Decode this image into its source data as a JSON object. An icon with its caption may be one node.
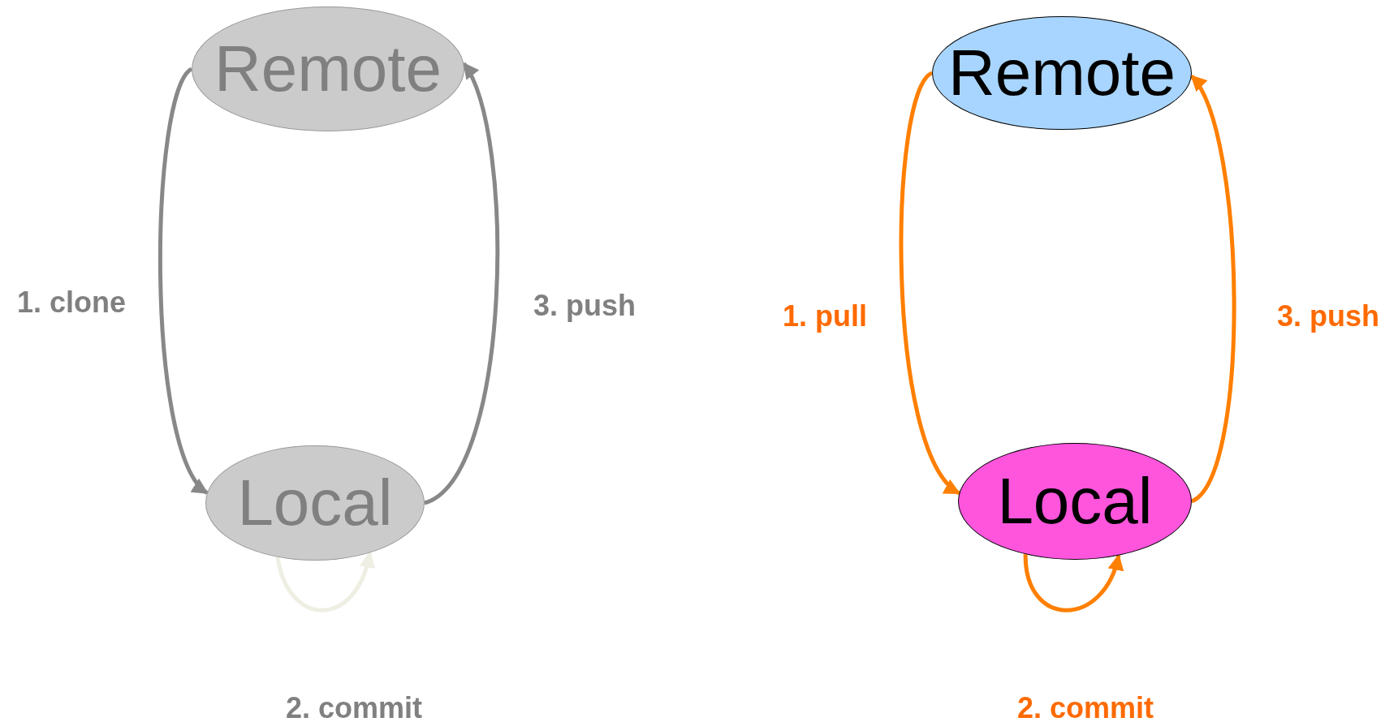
{
  "diagram": {
    "nodes": [
      {
        "text": [
          "Remote"
        ]
      },
      {
        "text": [
          "Local"
        ]
      },
      {
        "text": [
          "Remote"
        ]
      },
      {
        "text": [
          "Local"
        ]
      }
    ],
    "edges": [
      {
        "from": 0,
        "to": 1,
        "arrow": "to",
        "label": "1. clone",
        "color": "#888888"
      },
      {
        "from": 1,
        "to": 0,
        "arrow": "to",
        "label": "3. push",
        "color": "#888888"
      },
      {
        "from": 1,
        "to": 1,
        "arrow": "to",
        "label": "2. commit",
        "color": "#eeeee2"
      },
      {
        "from": 2,
        "to": 3,
        "arrow": "to",
        "label": "1. pull",
        "color": "#ff7f00"
      },
      {
        "from": 3,
        "to": 2,
        "arrow": "to",
        "label": "3. push",
        "color": "#ff7f00"
      },
      {
        "from": 3,
        "to": 3,
        "arrow": "to",
        "label": "2. commit",
        "color": "#ff7f00"
      }
    ]
  }
}
